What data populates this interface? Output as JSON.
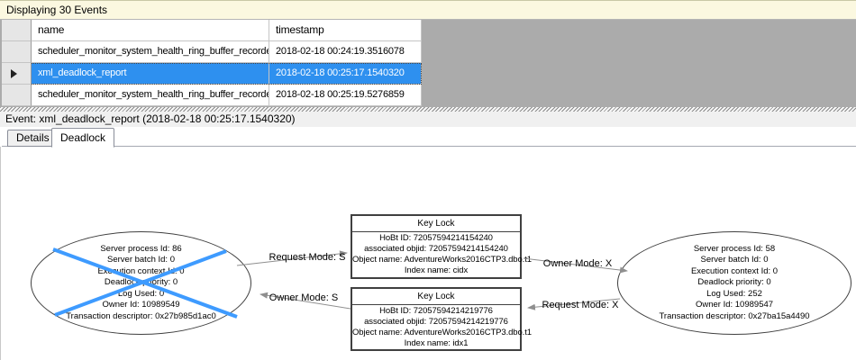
{
  "colors": {
    "selection_blue": "#2E90EF",
    "victim_cross_blue": "#3E9BFF",
    "grid_filler_gray": "#ABABAB",
    "info_bar_yellow": "#FBF8E0"
  },
  "toolbar": {
    "displaying_text": "Displaying 30 Events"
  },
  "grid": {
    "columns": [
      "name",
      "timestamp"
    ],
    "rows": [
      {
        "name": "scheduler_monitor_system_health_ring_buffer_recorded",
        "timestamp": "2018-02-18 00:24:19.3516078",
        "selected": false
      },
      {
        "name": "xml_deadlock_report",
        "timestamp": "2018-02-18 00:25:17.1540320",
        "selected": true
      },
      {
        "name": "scheduler_monitor_system_health_ring_buffer_recorded",
        "timestamp": "2018-02-18 00:25:19.5276859",
        "selected": false
      }
    ]
  },
  "event_bar": {
    "label": "Event: xml_deadlock_report (2018-02-18 00:25:17.1540320)"
  },
  "tabs": [
    {
      "label": "Details",
      "active": false
    },
    {
      "label": "Deadlock",
      "active": true
    }
  ],
  "deadlock_graph": {
    "process_nodes": [
      {
        "id": "process-left",
        "victim": true,
        "lines": [
          "Server process Id: 86",
          "Server batch Id: 0",
          "Execution context Id: 0",
          "Deadlock priority: 0",
          "Log Used: 0",
          "Owner Id: 10989549",
          "Transaction descriptor: 0x27b985d1ac0"
        ]
      },
      {
        "id": "process-right",
        "victim": false,
        "lines": [
          "Server process Id: 58",
          "Server batch Id: 0",
          "Execution context Id: 0",
          "Deadlock priority: 0",
          "Log Used: 252",
          "Owner Id: 10989547",
          "Transaction descriptor: 0x27ba15a4490"
        ]
      }
    ],
    "resource_nodes": [
      {
        "id": "key-lock-cidx",
        "title": "Key Lock",
        "lines": [
          "HoBt ID: 72057594214154240",
          "associated objid: 72057594214154240",
          "Object name: AdventureWorks2016CTP3.dbo.t1",
          "Index name: cidx"
        ]
      },
      {
        "id": "key-lock-idx1",
        "title": "Key Lock",
        "lines": [
          "HoBt ID: 72057594214219776",
          "associated objid: 72057594214219776",
          "Object name: AdventureWorks2016CTP3.dbo.t1",
          "Index name: idx1"
        ]
      }
    ],
    "edges": [
      {
        "label": "Request Mode: S",
        "from": "process-left",
        "to": "key-lock-cidx"
      },
      {
        "label": "Owner Mode: S",
        "from": "key-lock-idx1",
        "to": "process-left"
      },
      {
        "label": "Owner Mode: X",
        "from": "key-lock-cidx",
        "to": "process-right"
      },
      {
        "label": "Request Mode: X",
        "from": "process-right",
        "to": "key-lock-idx1"
      }
    ]
  }
}
